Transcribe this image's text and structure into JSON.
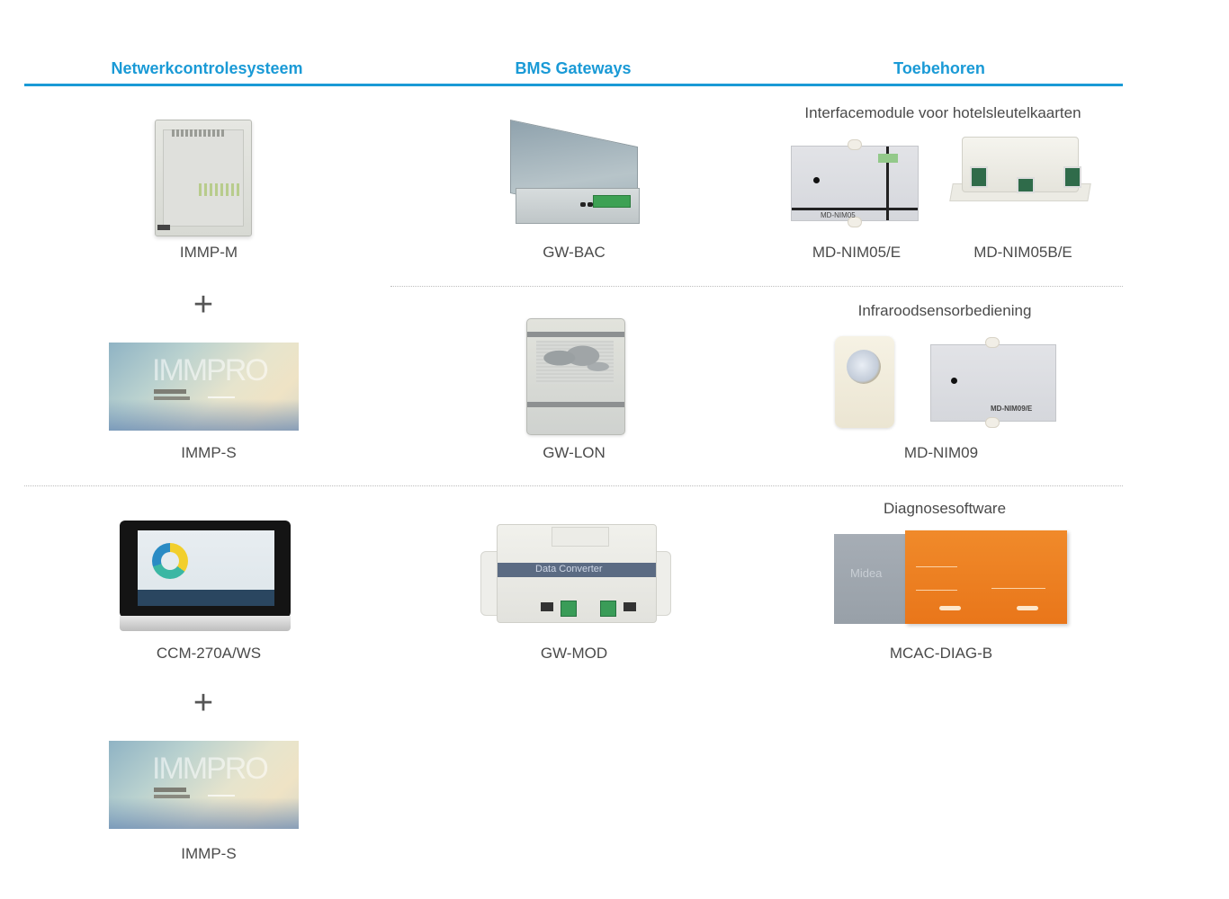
{
  "columns": [
    {
      "title": "Netwerkcontrolesysteem"
    },
    {
      "title": "BMS Gateways"
    },
    {
      "title": "Toebehoren"
    }
  ],
  "network_control": {
    "group1": {
      "device1": {
        "name": "IMMP-M",
        "image": "immp-m-controller"
      },
      "connector": "+",
      "device2": {
        "name": "IMMP-S",
        "image": "immp-s-software-screen",
        "screen_logo": "IMMPRO"
      }
    },
    "group2": {
      "device1": {
        "name": "CCM-270A/WS",
        "image": "ccm-270a-touch-panel"
      },
      "connector": "+",
      "device2": {
        "name": "IMMP-S",
        "image": "immp-s-software-screen",
        "screen_logo": "IMMPRO"
      }
    }
  },
  "bms_gateways": [
    {
      "name": "GW-BAC",
      "image": "gw-bac-gateway"
    },
    {
      "name": "GW-LON",
      "image": "gw-lon-gateway"
    },
    {
      "name": "GW-MOD",
      "image": "gw-mod-data-converter",
      "band_text": "Data Converter"
    }
  ],
  "accessories": {
    "hotel_key_card": {
      "subtitle": "Interfacemodule voor hotelsleutelkaarten",
      "items": [
        {
          "name": "MD-NIM05/E",
          "image": "md-nim05-module",
          "plate_text": "MD-NIM05"
        },
        {
          "name": "MD-NIM05B/E",
          "image": "md-nim05b-module"
        }
      ]
    },
    "infrared_sensor": {
      "subtitle": "Infraroodsensorbediening",
      "name": "MD-NIM09",
      "plate_text": "MD-NIM09/E"
    },
    "diagnostics": {
      "subtitle": "Diagnosesoftware",
      "name": "MCAC-DIAG-B",
      "brand_text": "Midea"
    }
  },
  "colors": {
    "accent": "#1a9ad6",
    "text": "#4a4a4a",
    "divider": "#bdbdbd"
  }
}
